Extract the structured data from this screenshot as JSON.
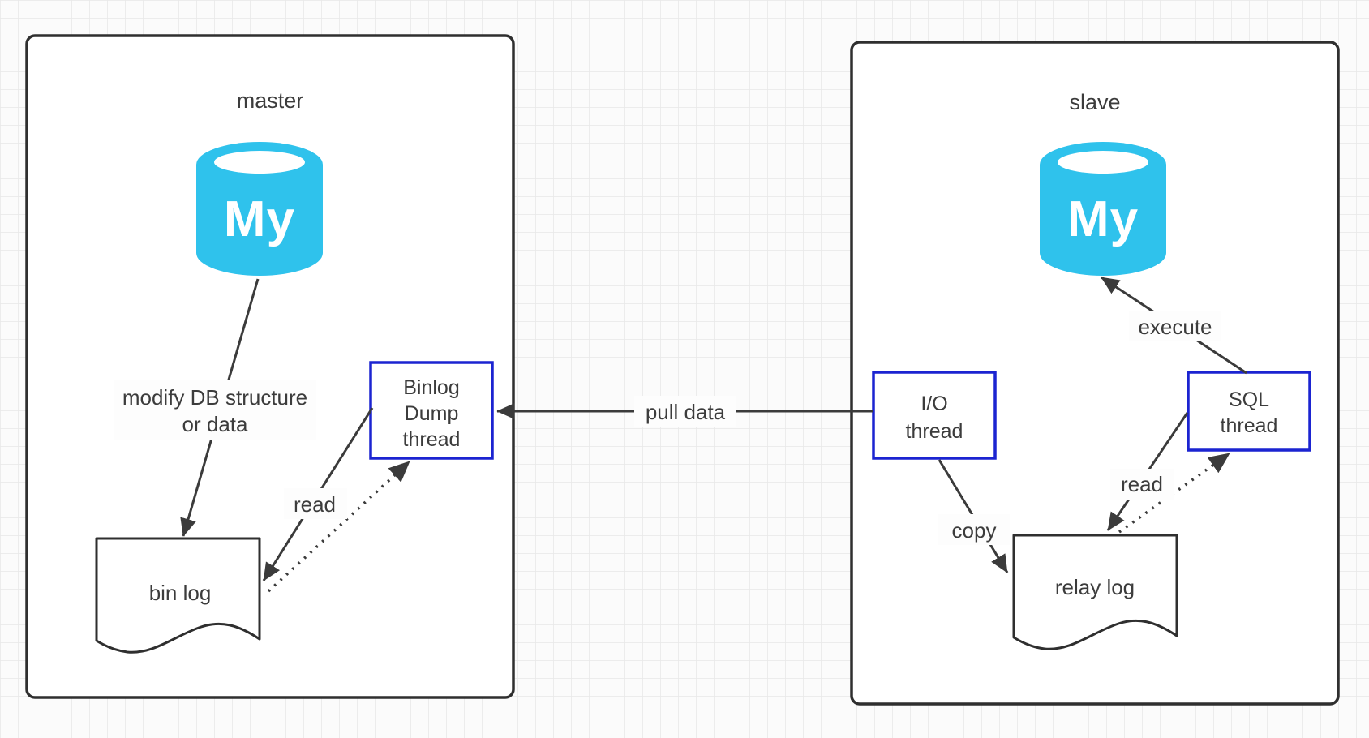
{
  "master": {
    "title": "master",
    "mysql_icon": {
      "text": "My"
    },
    "nodes": {
      "binlog_dump_thread": {
        "line1": "Binlog",
        "line2": "Dump",
        "line3": "thread"
      },
      "bin_log": {
        "label": "bin log"
      }
    },
    "edges": {
      "modify_line1": "modify DB structure",
      "modify_line2": "or data",
      "read": "read"
    }
  },
  "replication_link": {
    "pull_data": "pull data"
  },
  "slave": {
    "title": "slave",
    "mysql_icon": {
      "text": "My"
    },
    "nodes": {
      "io_thread": {
        "line1": "I/O",
        "line2": "thread"
      },
      "sql_thread": {
        "line1": "SQL",
        "line2": "thread"
      },
      "relay_log": {
        "label": "relay log"
      }
    },
    "edges": {
      "execute": "execute",
      "copy": "copy",
      "read": "read"
    }
  },
  "colors": {
    "accent_blue": "#1b24d1",
    "mysql_cyan": "#2FC2EC",
    "line_dark": "#3b3b3b",
    "grid_line": "#e8e8e8",
    "canvas_bg": "#fbfbfb"
  }
}
